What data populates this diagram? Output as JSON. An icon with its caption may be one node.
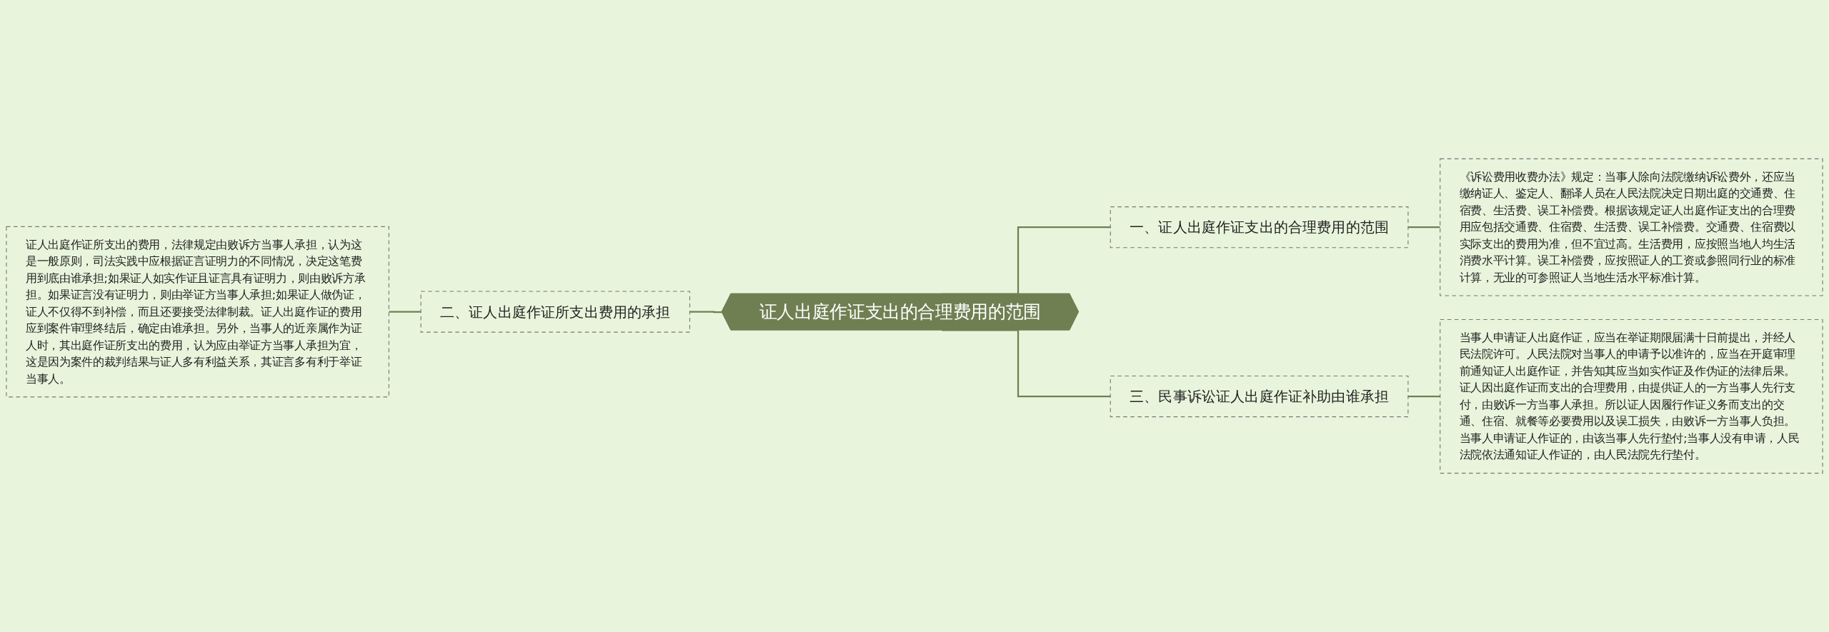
{
  "diagram": {
    "nodes": [
      {
        "text": [
          "证人出庭作证所支出的费用，法律规定由败诉方当事人承担，认为这是一般原则，司法实践中应根据证言证明力的不同情况，决定这笔费用到底由谁承担;如果证人如实作证且证言具有证明力，则由败诉方承担。如果证言没有证明力，则由举证方当事人承担;如果证人做伪证，证人不仅得不到补偿，而且还要接受法律制裁。证人出庭作证的费用应到案件审理终结后，确定由谁承担。另外，当事人的近亲属作为证人时，其出庭作证所支出的费用，认为应由举证方当事人承担为宜，这是因为案件的裁判结果与证人多有利益关系，其证言多有利于举证当事人。"
        ]
      },
      {
        "text": [
          "二、证人出庭作证所支出费用的承担"
        ]
      },
      {
        "text": [
          "证人出庭作证支出的合理费用的范围"
        ]
      },
      {
        "text": [
          "一、证人出庭作证支出的合理费用的范围"
        ]
      },
      {
        "text": [
          "《诉讼费用收费办法》规定：当事人除向法院缴纳诉讼费外，还应当缴纳证人、鉴定人、翻译人员在人民法院决定日期出庭的交通费、住宿费、生活费、误工补偿费。根据该规定证人出庭作证支出的合理费用应包括交通费、住宿费、生活费、误工补偿费。交通费、住宿费以实际支出的费用为准，但不宜过高。生活费用，应按照当地人均生活消费水平计算。误工补偿费，应按照证人的工资或参照同行业的标准计算，无业的可参照证人当地生活水平标准计算。"
        ]
      },
      {
        "text": [
          "三、民事诉讼证人出庭作证补助由谁承担"
        ]
      },
      {
        "text": [
          "当事人申请证人出庭作证，应当在举证期限届满十日前提出，并经人民法院许可。人民法院对当事人的申请予以准许的，应当在开庭审理前通知证人出庭作证，并告知其应当如实作证及作伪证的法律后果。证人因出庭作证而支出的合理费用，由提供证人的一方当事人先行支付，由败诉一方当事人承担。所以证人因履行作证义务而支出的交通、住宿、就餐等必要费用以及误工损失，由败诉一方当事人负担。当事人申请证人作证的，由该当事人先行垫付;当事人没有申请，人民法院依法通知证人作证的，由人民法院先行垫付。"
        ]
      }
    ],
    "edges": [
      {
        "from": 0,
        "to": 1,
        "arrow": "none"
      },
      {
        "from": 1,
        "to": 2,
        "arrow": "none"
      },
      {
        "from": 2,
        "to": 3,
        "arrow": "none"
      },
      {
        "from": 3,
        "to": 4,
        "arrow": "none"
      },
      {
        "from": 2,
        "to": 5,
        "arrow": "none"
      },
      {
        "from": 5,
        "to": 6,
        "arrow": "none"
      }
    ]
  }
}
